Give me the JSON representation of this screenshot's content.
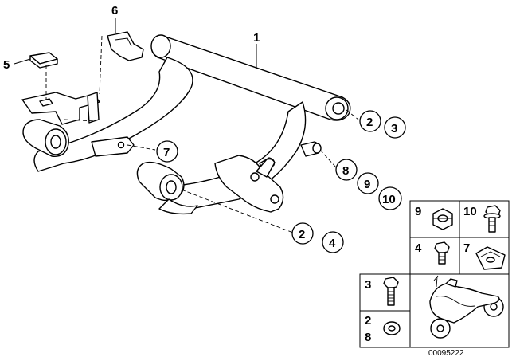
{
  "part_number": "00095222",
  "labels": {
    "l1": "1",
    "l5": "5",
    "l6": "6",
    "c2a": "2",
    "c3": "3",
    "c7": "7",
    "c8": "8",
    "c9": "9",
    "c10": "10",
    "c2b": "2",
    "c4": "4"
  },
  "legend": {
    "k9": "9",
    "k10": "10",
    "k4": "4",
    "k7": "7",
    "k3": "3",
    "k2": "2",
    "k8": "8"
  }
}
